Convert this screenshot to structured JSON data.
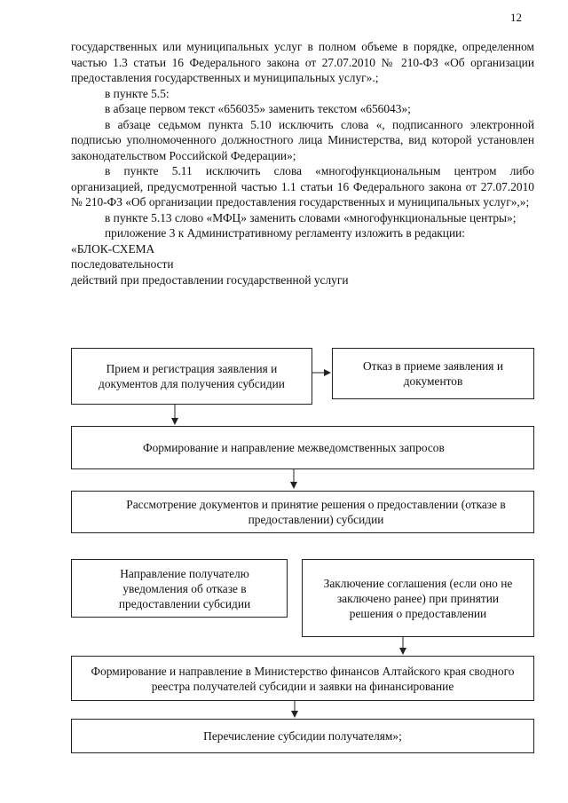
{
  "page_number": "12",
  "paragraphs": [
    "государственных или муниципальных услуг в полном объеме в порядке, определенном частью 1.3 статьи 16 Федерального закона от 27.07.2010 № 210-ФЗ «Об организации предоставления государственных и муниципальных услуг».;",
    "в пункте 5.5:",
    "в абзаце первом текст «656035» заменить текстом «656043»;",
    "в абзаце седьмом пункта 5.10 исключить слова «, подписанного электронной подписью уполномоченного должностного лица Министерства, вид которой установлен законодательством Российской Федерации»;",
    "в пункте 5.11 исключить слова «многофункциональным центром либо организацией, предусмотренной частью 1.1 статьи 16 Федерального закона от 27.07.2010 № 210-ФЗ «Об организации предоставления государственных и муниципальных услуг»,»;",
    "в пункте 5.13 слово «МФЦ» заменить словами «многофункциональные центры»;",
    "приложение 3 к Административному регламенту изложить в редакции:"
  ],
  "scheme_title": {
    "line1": "«БЛОК-СХЕМА",
    "line2": "последовательности",
    "line3": "действий при предоставлении государственной услуги"
  },
  "flowchart": {
    "box1": "Прием и регистрация заявления и документов  для получения субсидии",
    "box2": "Отказ в приеме заявления и документов",
    "box3": "Формирование и направление межведомственных запросов",
    "box4": "Рассмотрение документов и принятие решения о предоставлении (отказе в предоставлении) субсидии",
    "box5": "Направление получателю уведомления об отказе в предоставлении субсидии",
    "box6": "Заключение соглашения (если оно не заключено ранее) при принятии решения о предоставлении",
    "box7": "Формирование и направление в Министерство финансов Алтайского края сводного реестра получателей субсидии и заявки на финансирование",
    "box8": "Перечисление субсидии получателям»;"
  }
}
